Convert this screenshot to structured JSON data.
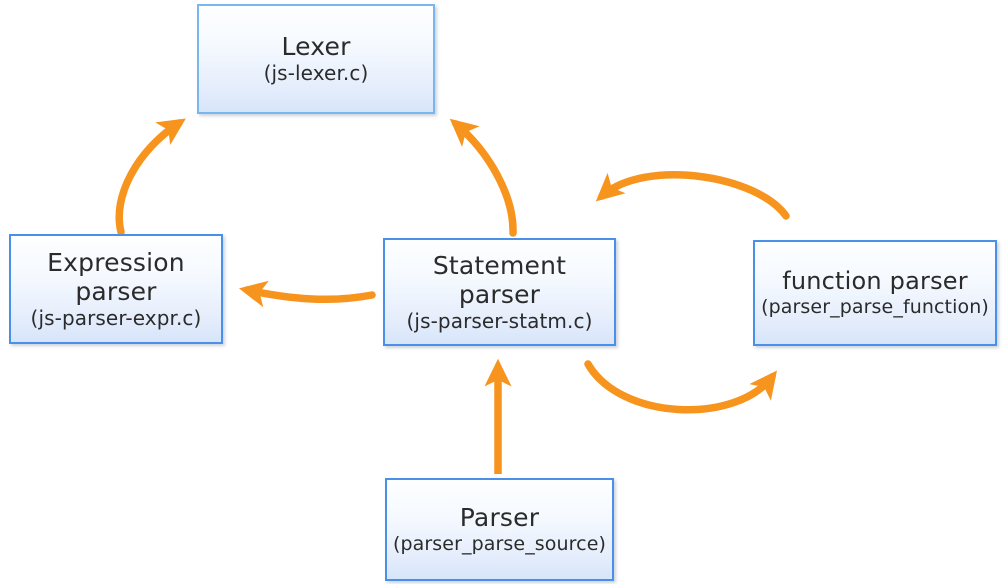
{
  "diagram": {
    "type": "flow-diagram",
    "background_color": "#ffffff",
    "node_border_color": "#4a90e8",
    "node_border_color_light": "#7ab6ee",
    "node_fill_top_color": "#fdfeff",
    "node_fill_bottom_color": "#d7e5fa",
    "arrow_color": "#f7941e",
    "text_color": "#2b2b2b",
    "nodes": [
      {
        "id": "lexer",
        "title": "Lexer",
        "subtitle": "(js-lexer.c)"
      },
      {
        "id": "expression-parser",
        "title": "Expression\nparser",
        "subtitle": "(js-parser-expr.c)"
      },
      {
        "id": "statement-parser",
        "title": "Statement\nparser",
        "subtitle": "(js-parser-statm.c)"
      },
      {
        "id": "function-parser",
        "title": "function parser",
        "subtitle": "(parser_parse_function)"
      },
      {
        "id": "parser",
        "title": "Parser",
        "subtitle": "(parser_parse_source)"
      }
    ],
    "edges": [
      {
        "id": "expression-to-lexer",
        "from": "expression-parser",
        "to": "lexer",
        "style": "curved",
        "label": ""
      },
      {
        "id": "statement-to-lexer",
        "from": "statement-parser",
        "to": "lexer",
        "style": "curved",
        "label": ""
      },
      {
        "id": "statement-to-expression",
        "from": "statement-parser",
        "to": "expression-parser",
        "style": "curved",
        "label": ""
      },
      {
        "id": "function-to-statement",
        "from": "function-parser",
        "to": "statement-parser",
        "style": "arc-over",
        "label": ""
      },
      {
        "id": "statement-to-function",
        "from": "statement-parser",
        "to": "function-parser",
        "style": "arc-under",
        "label": ""
      },
      {
        "id": "parser-to-statement",
        "from": "parser",
        "to": "statement-parser",
        "style": "straight",
        "label": ""
      }
    ]
  }
}
